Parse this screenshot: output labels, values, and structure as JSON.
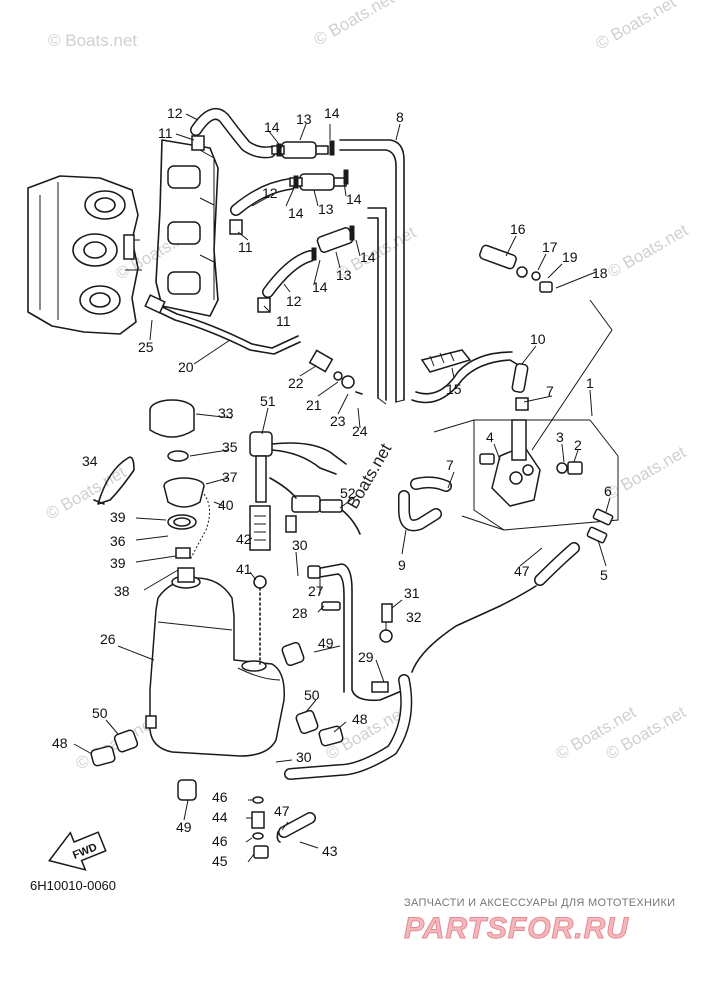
{
  "diagram": {
    "code": "6H10010-0060",
    "fwd_label": "FWD"
  },
  "watermarks": {
    "site": "© Boats.net",
    "site_short": "Boats.net"
  },
  "branding": {
    "tagline": "ЗАПЧАСТИ И АКСЕССУАРЫ ДЛЯ МОТОТЕХНИКИ",
    "logo": "PARTSFOR.RU"
  },
  "callouts": {
    "c1": "1",
    "c2": "2",
    "c3": "3",
    "c4": "4",
    "c5": "5",
    "c6": "6",
    "c7a": "7",
    "c7b": "7",
    "c8": "8",
    "c9": "9",
    "c10": "10",
    "c11a": "11",
    "c11b": "11",
    "c11c": "11",
    "c12a": "12",
    "c12b": "12",
    "c12c": "12",
    "c13a": "13",
    "c13b": "13",
    "c13c": "13",
    "c14a": "14",
    "c14b": "14",
    "c14c": "14",
    "c14d": "14",
    "c14e": "14",
    "c14f": "14",
    "c15": "15",
    "c16": "16",
    "c17": "17",
    "c18": "18",
    "c19": "19",
    "c20": "20",
    "c21": "21",
    "c22": "22",
    "c23": "23",
    "c24": "24",
    "c25": "25",
    "c26": "26",
    "c27": "27",
    "c28": "28",
    "c29": "29",
    "c30a": "30",
    "c30b": "30",
    "c31": "31",
    "c32": "32",
    "c33": "33",
    "c34": "34",
    "c35": "35",
    "c36": "36",
    "c37": "37",
    "c38": "38",
    "c39a": "39",
    "c39b": "39",
    "c40": "40",
    "c41": "41",
    "c42": "42",
    "c43": "43",
    "c44": "44",
    "c45": "45",
    "c46a": "46",
    "c46b": "46",
    "c47a": "47",
    "c47b": "47",
    "c48a": "48",
    "c48b": "48",
    "c49a": "49",
    "c49b": "49",
    "c50a": "50",
    "c50b": "50",
    "c51": "51",
    "c52": "52"
  }
}
